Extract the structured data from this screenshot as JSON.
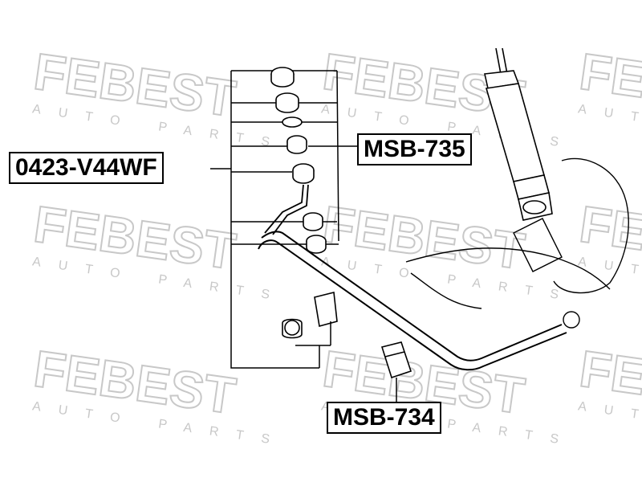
{
  "watermark": {
    "brand": "FEBEST",
    "tagline": "AUTO PARTS",
    "color": "#c8c8c8"
  },
  "parts": {
    "assembly": "0423-V44WF",
    "top_bushing": "MSB-735",
    "bar_bushing": "MSB-734"
  },
  "colors": {
    "line": "#000000",
    "background": "#ffffff"
  }
}
